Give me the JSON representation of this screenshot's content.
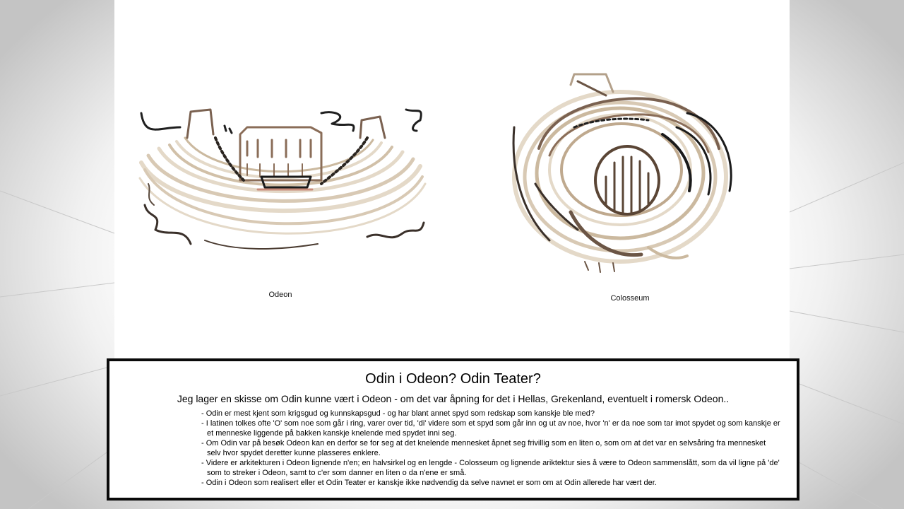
{
  "captions": {
    "odeon": "Odeon",
    "colosseum": "Colosseum"
  },
  "panel": {
    "title": "Odin i Odeon? Odin Teater?",
    "subtitle": "Jeg lager en skisse om Odin kunne vært i Odeon - om det var åpning for det i Hellas, Grekenland, eventuelt i romersk Odeon..",
    "notes": [
      "- Odin er mest kjent som krigsgud og kunnskapsgud - og har blant annet spyd som redskap som kanskje ble med?",
      "- I latinen tolkes ofte 'O' som noe som går i ring, varer over tid, 'di' videre som et spyd som går inn og ut av noe, hvor 'n' er da noe som tar imot spydet og som kanskje er et menneske liggende på bakken kanskje knelende med spydet inni seg.",
      "- Om Odin var på besøk Odeon kan en derfor se for seg at det knelende mennesket åpnet seg frivillig som en liten o, som om at det var en selvsåring fra mennesket selv hvor spydet deretter kunne plasseres enklere.",
      "- Videre er arkitekturen i Odeon lignende n'en; en halvsirkel og en lengde - Colosseum og lignende ariktektur sies å være to Odeon sammenslått, som da vil ligne på 'de' som to streker i Odeon, samt to c'er som danner en liten o da n'ene er små.",
      "- Odin i Odeon som realisert eller et Odin Teater er kanskje ikke nødvendig da selve navnet er som om at Odin allerede har vært der."
    ]
  },
  "colors": {
    "frame": "#0a0a0a",
    "sketch_dark": "#2b2520",
    "sketch_brown": "#6b5545",
    "sketch_light": "#cdbfae",
    "sketch_pale": "#e4d9c8"
  }
}
